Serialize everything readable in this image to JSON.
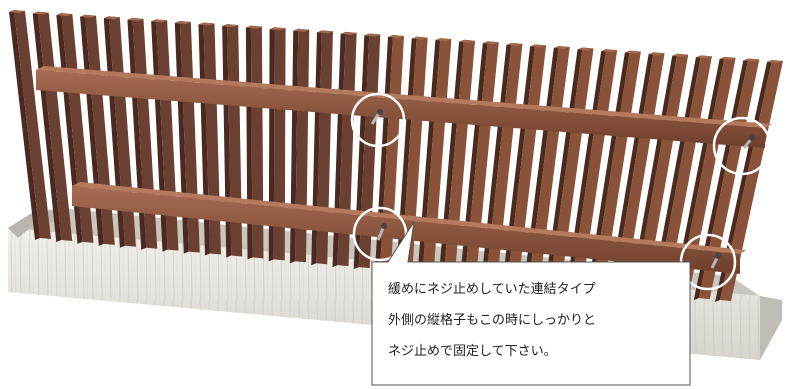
{
  "callout": {
    "lines": [
      "緩めにネジ止めしていた連結タイプ",
      "外側の縦格子もこの時にしっかりと",
      "ネジ止めで固定して下さい。"
    ]
  },
  "colors": {
    "wood_front": "#8a5238",
    "wood_dark": "#4a2a1e",
    "wood_left_front": "#6b4033",
    "rail_top": "#9a6048",
    "block_face": "#e6e4dc",
    "block_top": "#c8c6be",
    "callout_border": "#555555",
    "highlight_circle": "#ffffff",
    "screw": "#b8b8b8"
  },
  "icons": {
    "screw": "screw-icon",
    "highlight": "highlight-circle"
  }
}
